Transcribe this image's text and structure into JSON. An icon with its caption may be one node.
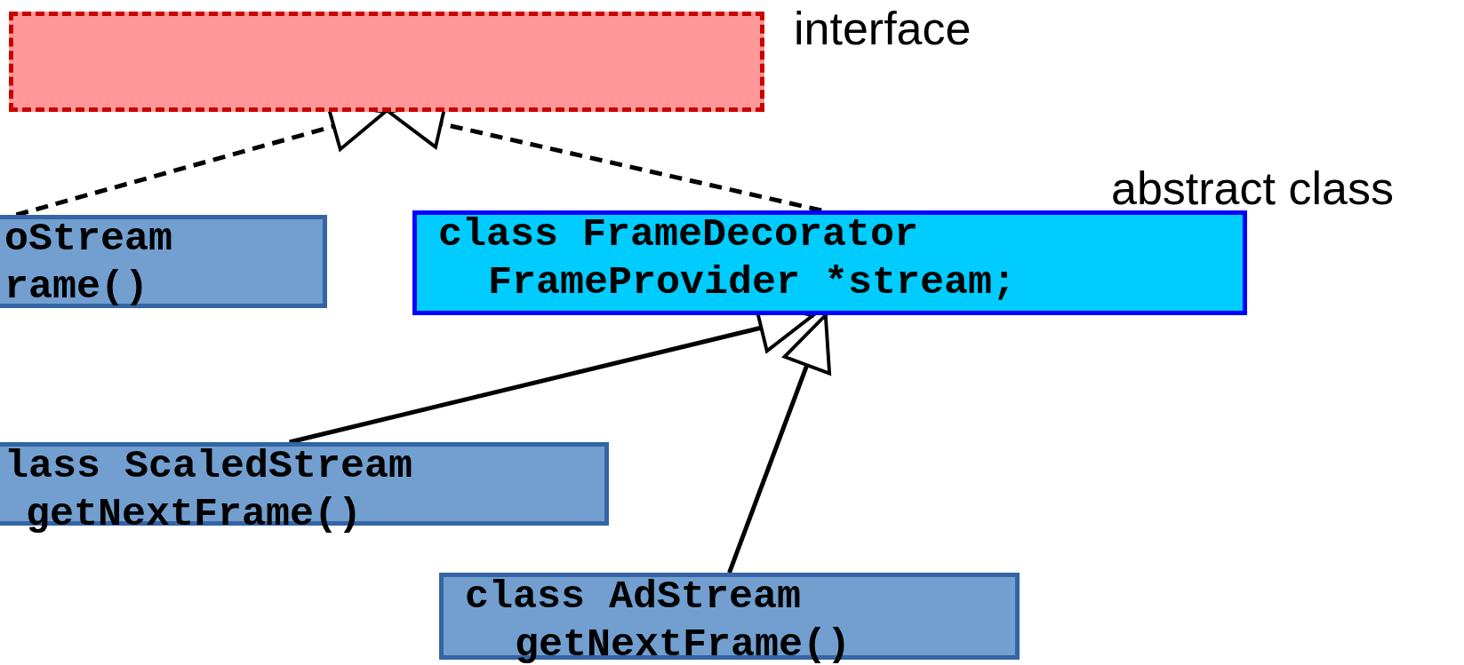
{
  "diagram": {
    "nodes": [
      {
        "text": [],
        "shape": "box"
      },
      {
        "text": [
          "oStream",
          "rame()"
        ]
      },
      {
        "text": [
          "class FrameDecorator",
          "FrameProvider *stream;"
        ]
      },
      {
        "text": [
          "lass ScaledStream",
          "getNextFrame()"
        ]
      },
      {
        "text": [
          "class AdStream",
          "getNextFrame()"
        ]
      }
    ],
    "edges": [
      {
        "from": 1,
        "to": 0,
        "arrow": "to",
        "style": "dashed"
      },
      {
        "from": 2,
        "to": 0,
        "arrow": "to",
        "style": "dashed"
      },
      {
        "from": 3,
        "to": 2,
        "arrow": "to"
      },
      {
        "from": 4,
        "to": 2,
        "arrow": "to"
      }
    ],
    "labels": [
      "interface",
      "abstract class"
    ]
  }
}
